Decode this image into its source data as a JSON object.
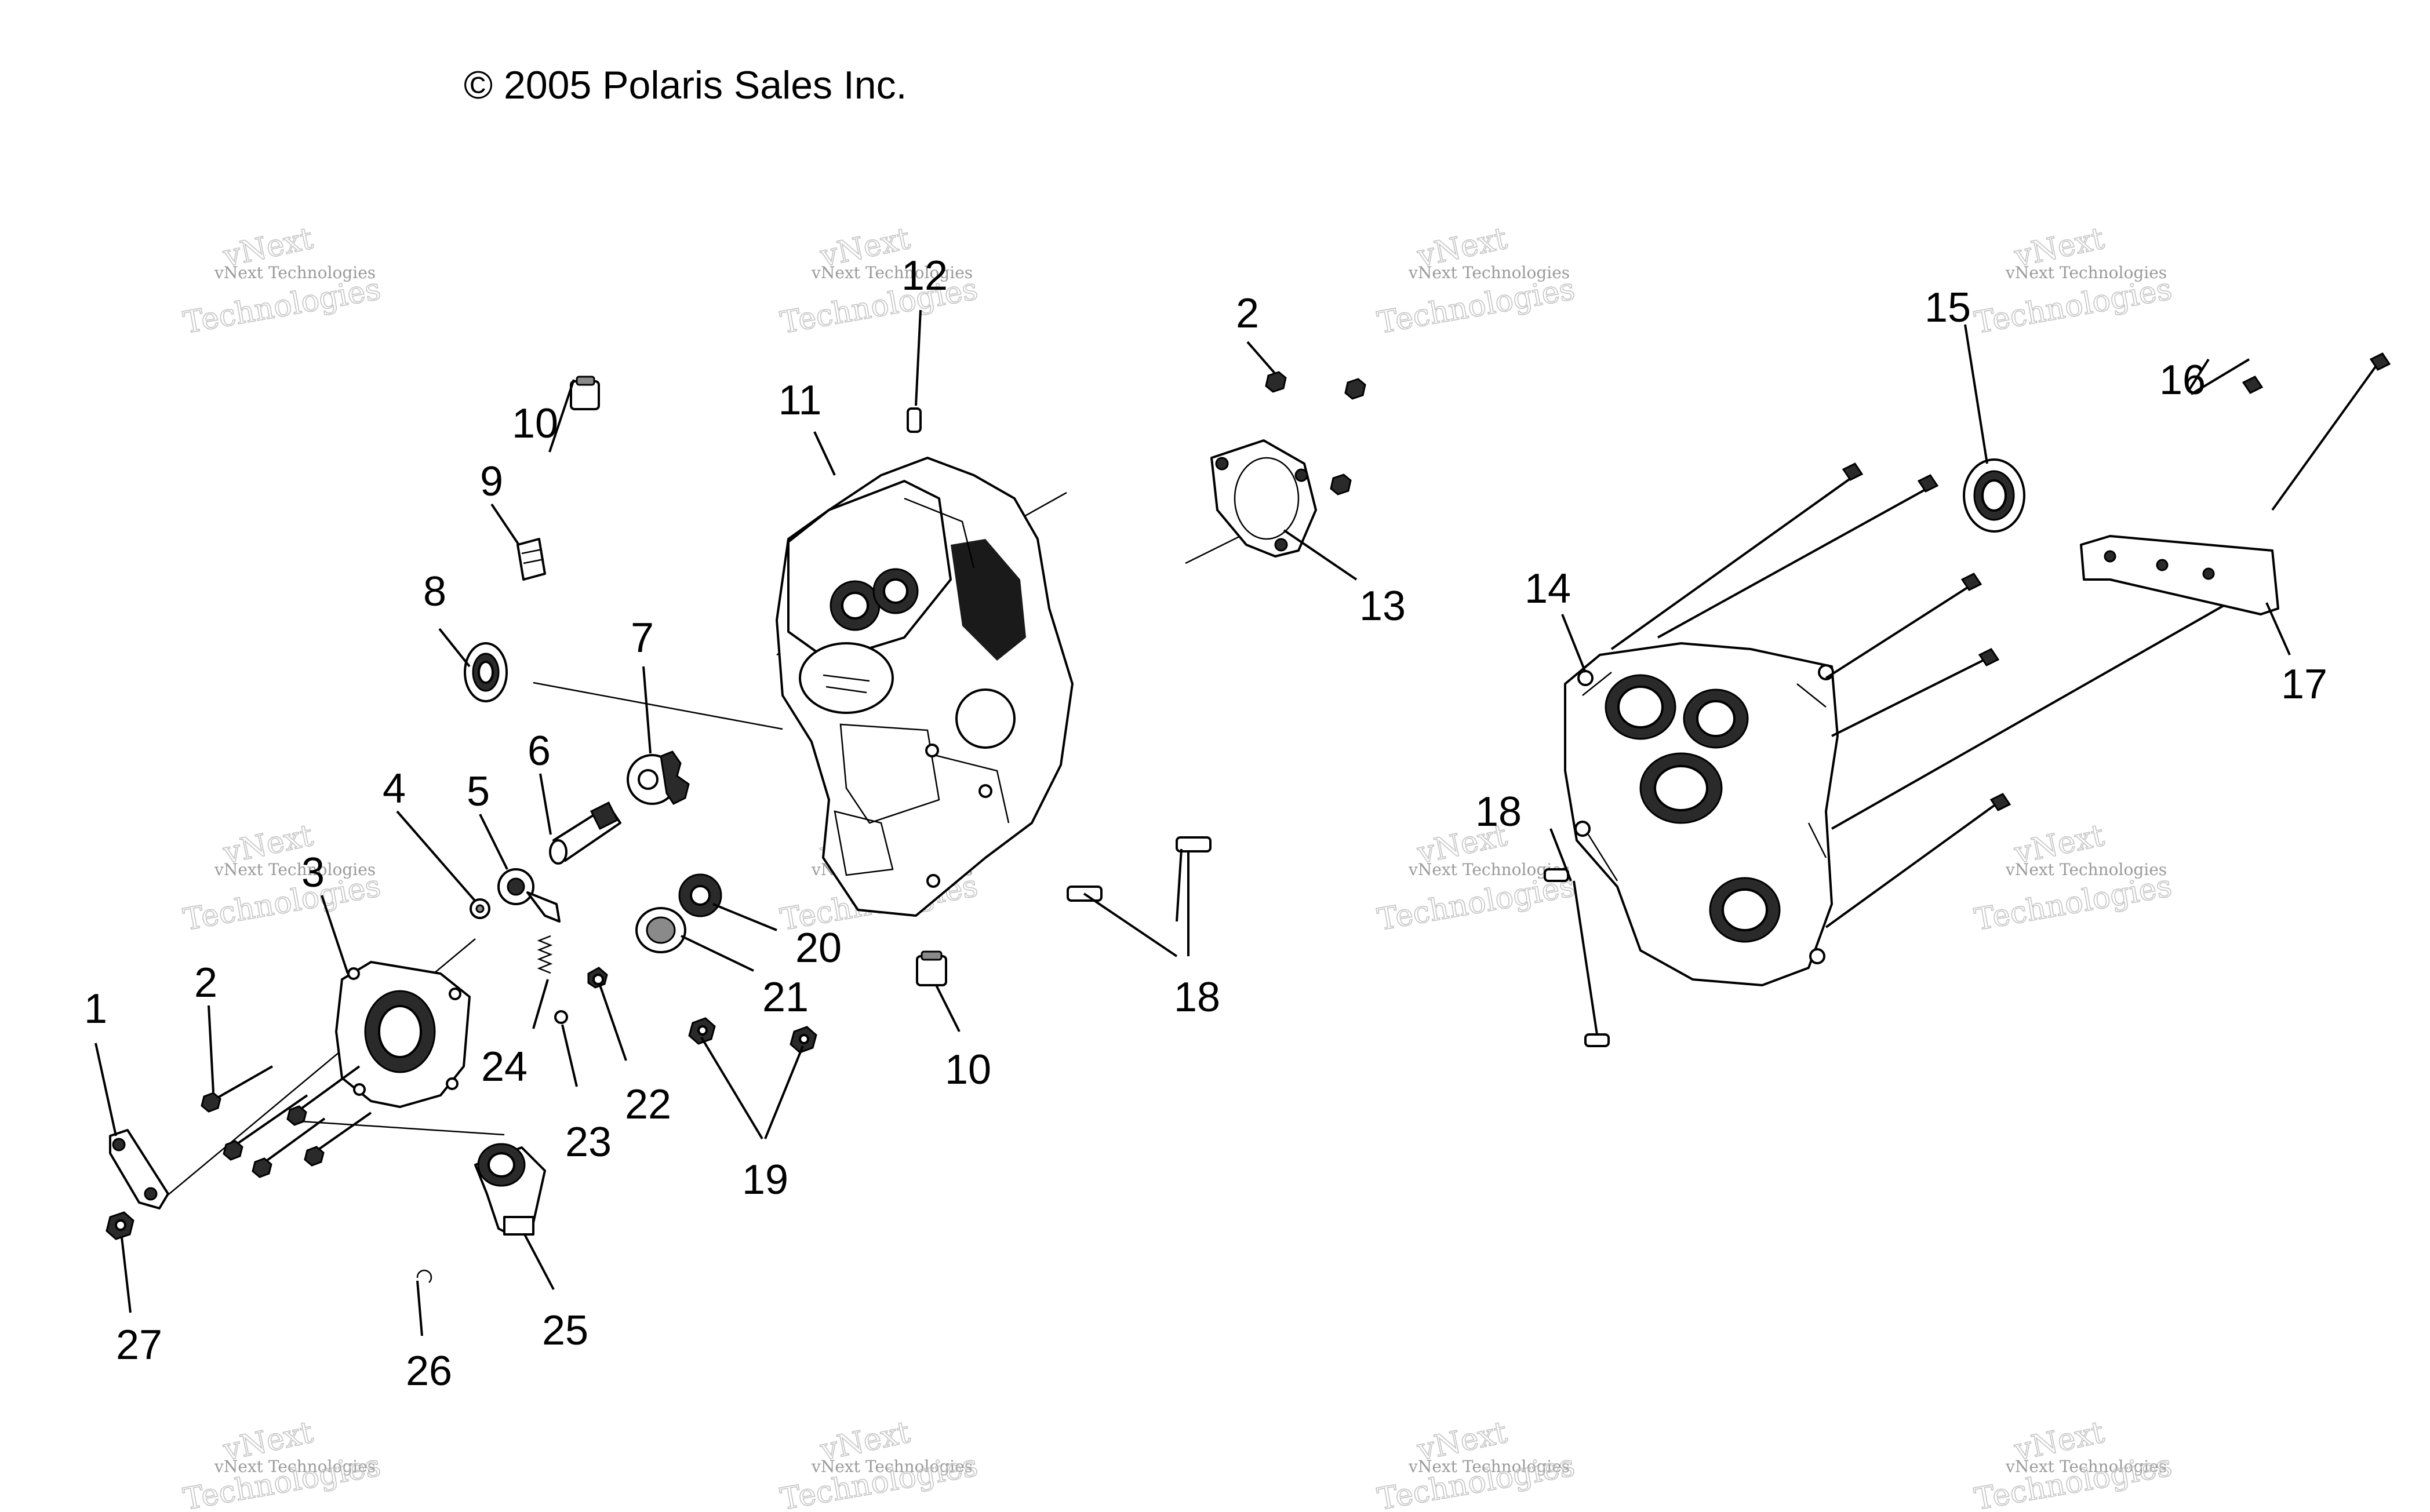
{
  "copyright": "© 2005 Polaris Sales Inc.",
  "watermark": {
    "line1": "vNext Technologies",
    "line2": "vNext",
    "line3": "Technologies"
  },
  "callouts": {
    "c1": "1",
    "c2a": "2",
    "c2b": "2",
    "c3": "3",
    "c4": "4",
    "c5": "5",
    "c6": "6",
    "c7": "7",
    "c8": "8",
    "c9": "9",
    "c10a": "10",
    "c10b": "10",
    "c11": "11",
    "c12": "12",
    "c13": "13",
    "c14": "14",
    "c15": "15",
    "c16": "16",
    "c17": "17",
    "c18a": "18",
    "c18b": "18",
    "c19": "19",
    "c20": "20",
    "c21": "21",
    "c22": "22",
    "c23": "23",
    "c24": "24",
    "c25": "25",
    "c26": "26",
    "c27": "27"
  }
}
